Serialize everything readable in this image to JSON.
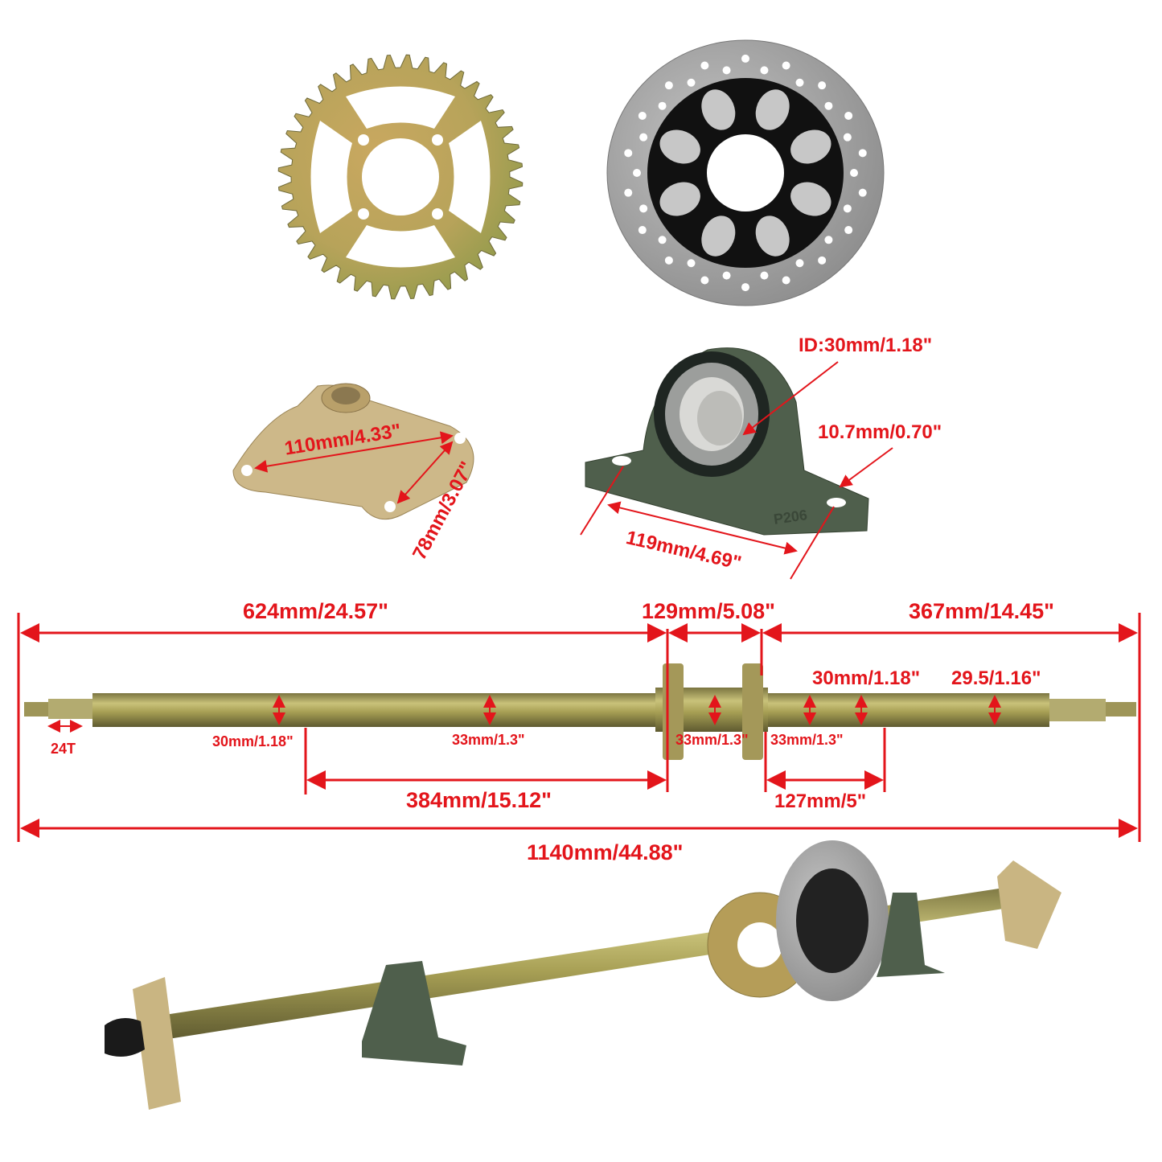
{
  "colors": {
    "annotation": "#e3151b",
    "metal": "#b7ad5a",
    "casting": "#4d5d4a",
    "hub": "#d2bd8c",
    "disc": "#9a9a9a"
  },
  "parts": {
    "sprocket": {
      "label": ""
    },
    "brake_disc": {
      "label": ""
    },
    "hub": {
      "width_label": "110mm/4.33\"",
      "height_label": "78mm/3.07\""
    },
    "bearing": {
      "id_label": "ID:30mm/1.18\"",
      "hole_label": "10.7mm/0.70\"",
      "span_label": "119mm/4.69\"",
      "cast_text": "P206"
    }
  },
  "shaft": {
    "top_dims": [
      "624mm/24.57\"",
      "129mm/5.08\"",
      "367mm/14.45\""
    ],
    "diameters": {
      "left_end": "30mm/1.18\"",
      "left_mid": "33mm/1.3\"",
      "center": "33mm/1.3\"",
      "right_a": "33mm/1.3\"",
      "right_b": "30mm/1.18\"",
      "right_end": "29.5/1.16\""
    },
    "spline": "24T",
    "lower_dims": [
      "384mm/15.12\"",
      "127mm/5\""
    ],
    "total": "1140mm/44.88\""
  }
}
